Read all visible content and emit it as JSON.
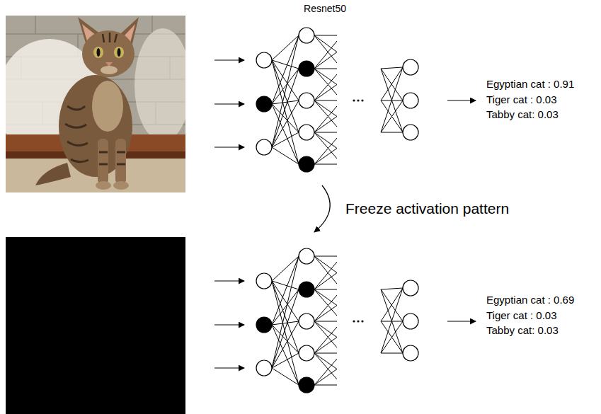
{
  "diagram": {
    "labels": [
      "Resnet50",
      "Egyptian cat : 0.91",
      "Tiger cat : 0.03",
      "Tabby cat: 0.03",
      "Freeze activation pattern",
      "Egyptian cat : 0.69",
      "Tiger cat : 0.03",
      "Tabby cat: 0.03"
    ]
  }
}
